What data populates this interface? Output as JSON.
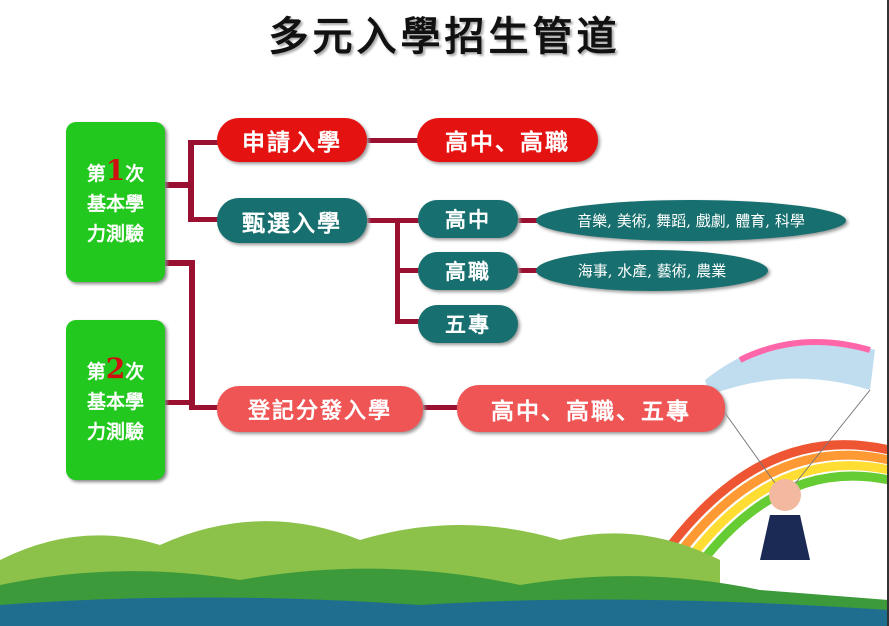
{
  "title": "多元入學招生管道",
  "exam1": {
    "prefix": "第",
    "num": "1",
    "suffix": "次",
    "line2": "基本學",
    "line3": "力測驗"
  },
  "exam2": {
    "prefix": "第",
    "num": "2",
    "suffix": "次",
    "line2": "基本學",
    "line3": "力測驗"
  },
  "apply": {
    "label": "申請入學",
    "target": "高中、高職"
  },
  "select": {
    "label": "甄選入學",
    "branches": [
      {
        "label": "高中",
        "detail": "音樂, 美術, 舞蹈, 戲劇, 體育, 科學"
      },
      {
        "label": "高職",
        "detail": "海事, 水產, 藝術, 農業"
      },
      {
        "label": "五專"
      }
    ]
  },
  "register": {
    "label": "登記分發入學",
    "target": "高中、高職、五專"
  },
  "colors": {
    "green": "#22c81e",
    "red": "#e51212",
    "teal": "#17706f",
    "line": "#9a1030"
  }
}
